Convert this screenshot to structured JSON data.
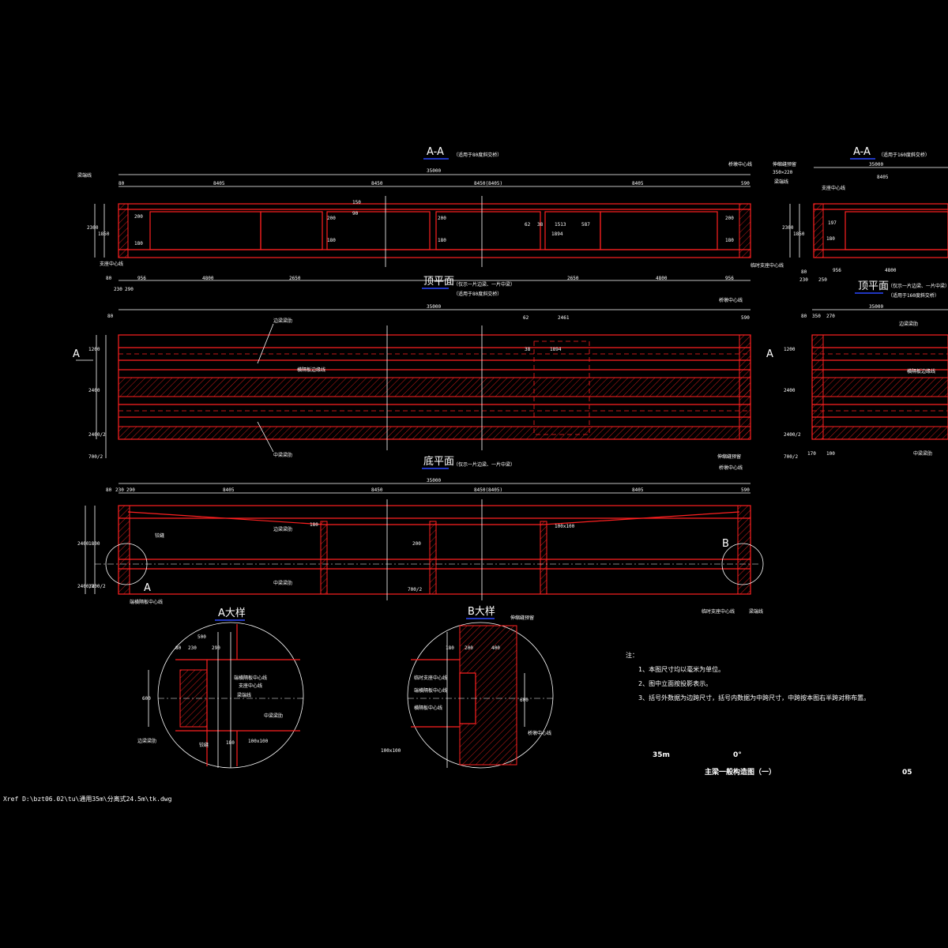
{
  "views": {
    "section_aa_80": {
      "title": "A-A",
      "subtitle": "（适用于80度斜交桥）"
    },
    "section_aa_160": {
      "title": "A-A",
      "subtitle": "（适用于160度斜交桥）"
    },
    "top_plan_80": {
      "title": "顶平面",
      "subtitle": "（仅示一片边梁、一片中梁）",
      "subtitle2": "（适用于80度斜交桥）"
    },
    "top_plan_160": {
      "title": "顶平面",
      "subtitle": "（仅示一片边梁、一片中梁）",
      "subtitle2": "（适用于160度斜交桥）"
    },
    "bottom_plan": {
      "title": "底平面",
      "subtitle": "（仅示一片边梁、一片中梁）"
    },
    "detail_a": {
      "title": "A大样"
    },
    "detail_b": {
      "title": "B大样"
    }
  },
  "dims": {
    "total": "35000",
    "d80": "80",
    "d590": "590",
    "d8405": "8405",
    "d8450": "8450",
    "d8450_8405": "8450(8405)",
    "d200": "200",
    "d180": "180",
    "d150": "150",
    "d90": "90",
    "d170": "170",
    "d1513": "1513",
    "d1894": "1894",
    "d62": "62",
    "d38": "38",
    "d587": "587",
    "d2461": "2461",
    "d2300": "2300",
    "d1850": "1850",
    "d956": "956",
    "d4800": "4800",
    "d2650": "2650",
    "d230": "230",
    "d290": "290",
    "d1200": "1200",
    "d2400": "2400",
    "d2400_2": "2400/2",
    "d700_2": "700/2",
    "d1800": "1800",
    "d1800_2": "1800/2",
    "d100x100": "100x100",
    "d350x220": "350×220",
    "d350": "350",
    "d270": "270",
    "d197": "197",
    "d250": "250",
    "d500": "500",
    "d400": "400",
    "d600": "600",
    "d100": "100"
  },
  "labels": {
    "a_mark": "A",
    "b_mark": "B",
    "bridge_center": "桥墩中心线",
    "support_center": "支座中心线",
    "side_beam": "边梁梁肋",
    "mid_beam": "中梁梁肋",
    "diaphragm_edge": "横隔板边缘线",
    "end_diaphragm": "端横隔板中心线",
    "temp_support": "临时支座中心线",
    "beam_end": "梁端线",
    "hinge": "铰缝",
    "beam_end_line": "梁端线",
    "diaphragm_center": "横隔板中心线",
    "expansion": "伸缩缝预留",
    "diaphragm_edge_line": "横隔板边缘线"
  },
  "notes": {
    "heading": "注：",
    "items": [
      "1、本图尺寸均以毫米为单位。",
      "2、图中立面按投影表示。",
      "3、括号外数据为边跨尺寸，括号内数据为中跨尺寸，中跨按本图右半跨对称布置。"
    ]
  },
  "title_block": {
    "span": "35m",
    "skew": "0°",
    "drawing_title": "主梁一般构造图（一）",
    "sheet": "05"
  },
  "xref": "Xref D:\\bzt06.02\\tu\\通用35m\\分离式24.5m\\tk.dwg"
}
